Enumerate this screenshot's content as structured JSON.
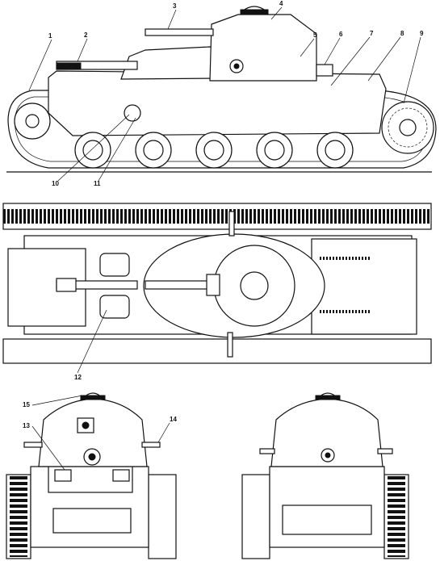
{
  "drawing": {
    "subject": "tank technical drawing",
    "colors": {
      "ink": "#111111",
      "paper": "#ffffff"
    },
    "callouts": [
      "1",
      "2",
      "3",
      "4",
      "5",
      "6",
      "7",
      "8",
      "9",
      "10",
      "11",
      "12",
      "13",
      "14",
      "15"
    ]
  }
}
